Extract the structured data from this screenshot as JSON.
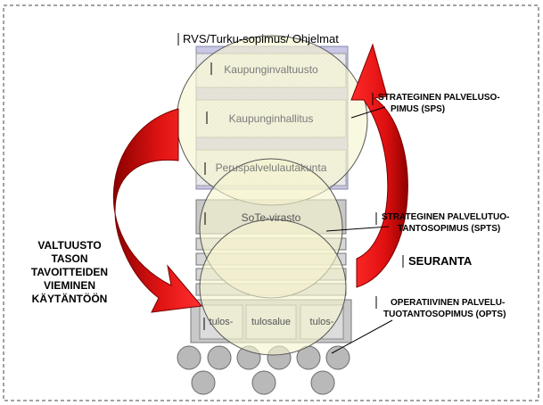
{
  "top_label": "RVS/Turku-sopimus/ Ohjelmat",
  "boxes": {
    "valtuusto": "Kaupunginvaltuusto",
    "hallitus": "Kaupunginhallitus",
    "lautakunta": "Peruspalvelulautakunta",
    "virasto": "SoTe-virasto",
    "tulos_left": "tulos-",
    "tulos_mid": "tulosalue",
    "tulos_right": "tulos-"
  },
  "right_labels": {
    "sps": [
      "STRATEGINEN PALVELUSO-",
      "PIMUS (SPS)"
    ],
    "spts": [
      "STRATEGINEN PALVELUTUO-",
      "TANTOSOPIMUS (SPTS)"
    ],
    "seuranta": "SEURANTA",
    "opts": [
      "OPERATIIVINEN PALVELU-",
      "TUOTANTOSOPIMUS (OPTS)"
    ]
  },
  "left_label": [
    "VALTUUSTO",
    "TASON",
    "TAVOITTEIDEN",
    "VIEMINEN",
    "KÄYTÄNTÖÖN"
  ],
  "colors": {
    "frame_dash": "#444444",
    "box_lavender": "#c9c6e6",
    "box_grey": "#c8c8c8",
    "circle_fill": "#f6f3cf",
    "arrow_red": "#ee1d1d",
    "arrow_dark": "#8b0000",
    "ball": "#b9b9b9"
  }
}
